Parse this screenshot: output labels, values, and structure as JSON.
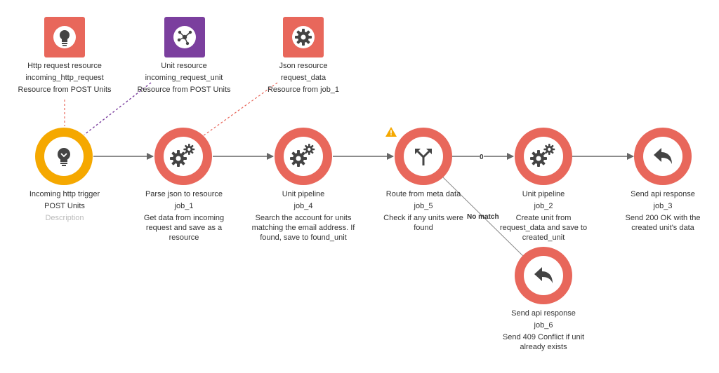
{
  "colors": {
    "node": "#e8675b",
    "trigger": "#f5a800",
    "unit_resource": "#7b3f9e",
    "warning": "#f5a800",
    "edge": "#666666"
  },
  "resources": [
    {
      "title": "Http request resource",
      "name": "incoming_http_request",
      "source": "Resource from POST Units",
      "icon": "lightbulb-icon"
    },
    {
      "title": "Unit resource",
      "name": "incoming_request_unit",
      "source": "Resource from POST Units",
      "icon": "network-icon"
    },
    {
      "title": "Json resource",
      "name": "request_data",
      "source": "Resource from job_1",
      "icon": "gear-icon"
    }
  ],
  "nodes": [
    {
      "title": "Incoming http trigger",
      "subtitle": "POST Units",
      "description": "Description",
      "icon": "lightbulb-icon"
    },
    {
      "title": "Parse json to resource",
      "subtitle": "job_1",
      "description": "Get data from incoming request and save as a resource",
      "icon": "gears-icon"
    },
    {
      "title": "Unit pipeline",
      "subtitle": "job_4",
      "description": "Search the account for units matching the email address. If found, save to found_unit",
      "icon": "gears-icon"
    },
    {
      "title": "Route from meta data",
      "subtitle": "job_5",
      "description": "Check if any units were found",
      "icon": "route-icon"
    },
    {
      "title": "Unit pipeline",
      "subtitle": "job_2",
      "description": "Create unit from request_data and save to created_unit",
      "icon": "gears-icon"
    },
    {
      "title": "Send api response",
      "subtitle": "job_3",
      "description": "Send 200 OK with the created unit's data",
      "icon": "reply-icon"
    },
    {
      "title": "Send api response",
      "subtitle": "job_6",
      "description": "Send 409 Conflict if unit already exists",
      "icon": "reply-icon"
    }
  ],
  "edge_labels": {
    "zero": "0",
    "no_match": "No match"
  }
}
